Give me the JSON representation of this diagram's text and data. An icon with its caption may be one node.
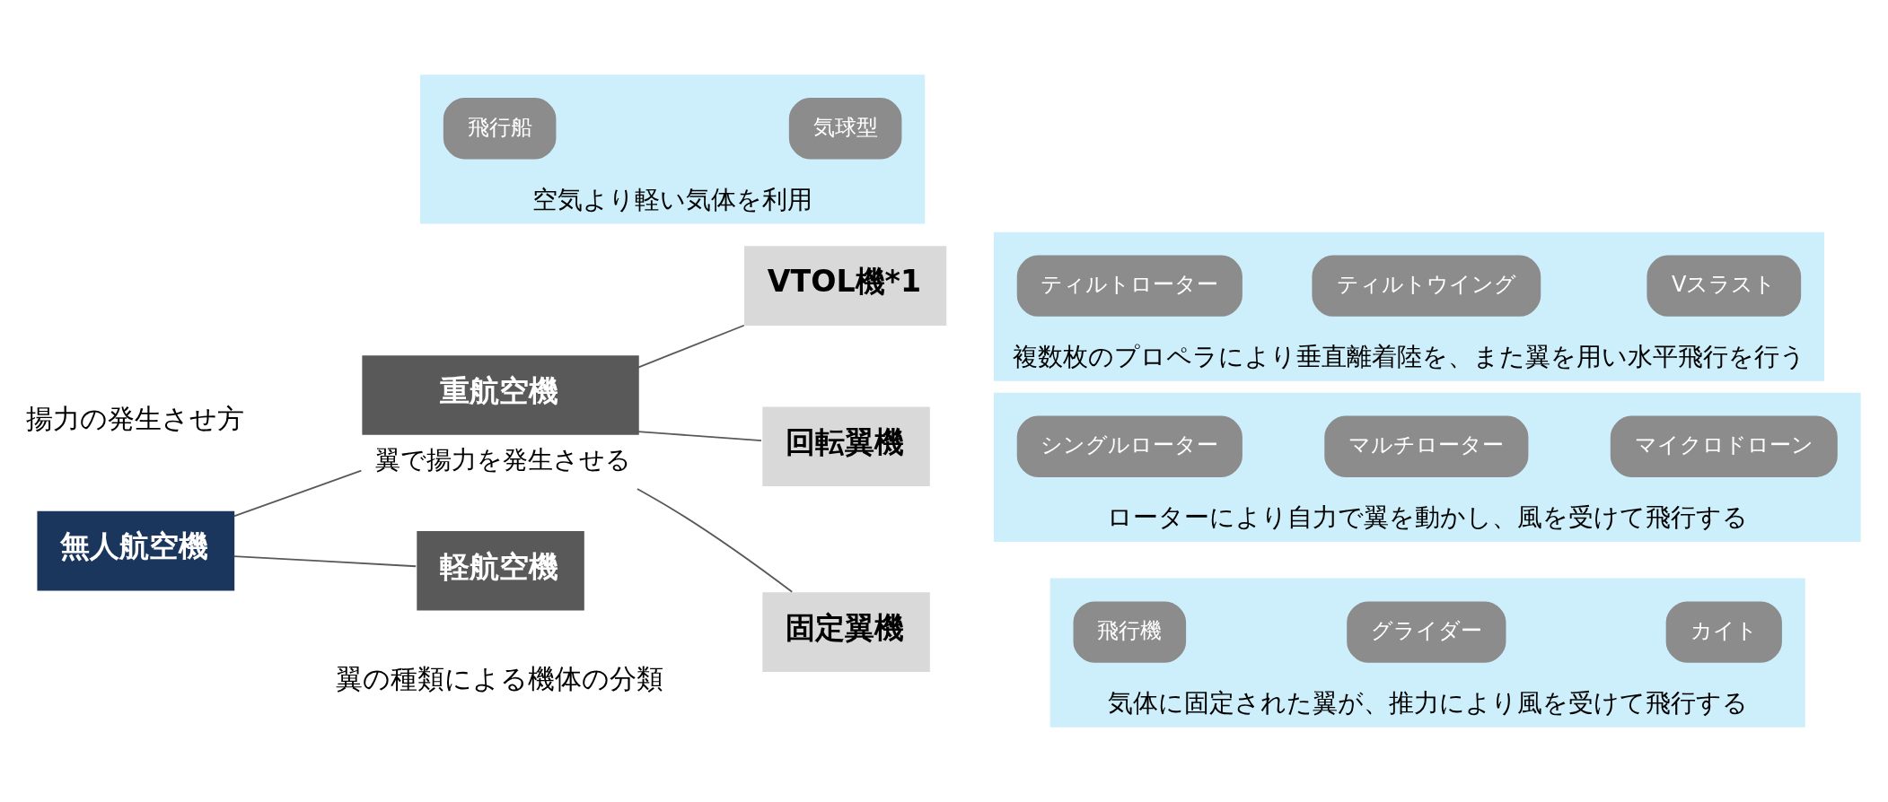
{
  "diagram": {
    "nodes": [
      {
        "text": [
          "無人航空機"
        ]
      },
      {
        "text": [
          "重航空機"
        ],
        "beside": [
          "翼で揚力を発生させる"
        ]
      },
      {
        "text": [
          "軽航空機"
        ]
      },
      {
        "text": [
          "空気より軽い気体を利用"
        ]
      },
      {
        "text": [
          "飛行船"
        ],
        "in": 3
      },
      {
        "text": [
          "気球型"
        ],
        "in": 3
      },
      {
        "text": [
          "固定翼機"
        ]
      },
      {
        "text": [
          "気体に固定された翼が、推力により風を受けて飛行する"
        ]
      },
      {
        "text": [
          "飛行機"
        ],
        "in": 7
      },
      {
        "text": [
          "グライダー"
        ],
        "in": 7
      },
      {
        "text": [
          "カイト"
        ],
        "in": 7
      },
      {
        "text": [
          "回転翼機"
        ]
      },
      {
        "text": [
          "ローターにより自力で翼を動かし、風を受けて飛行する"
        ]
      },
      {
        "text": [
          "シングルローター"
        ],
        "in": 12
      },
      {
        "text": [
          "マルチローター"
        ],
        "in": 12
      },
      {
        "text": [
          "マイクロドローン"
        ],
        "in": 12
      },
      {
        "text": [
          "VTOL機*1"
        ]
      },
      {
        "text": [
          "複数枚のプロペラにより垂直離着陸を、また翼を用い水平飛行を行う"
        ]
      },
      {
        "text": [
          "ティルトローター"
        ],
        "in": 17
      },
      {
        "text": [
          "ティルトウイング"
        ],
        "in": 17
      },
      {
        "text": [
          "Vスラスト"
        ],
        "in": 17
      }
    ],
    "edges": [
      {
        "from": 0,
        "to": 1,
        "arrow": "none"
      },
      {
        "from": 0,
        "to": 2,
        "arrow": "none"
      },
      {
        "from": 1,
        "to": 6,
        "arrow": "none"
      },
      {
        "from": 1,
        "to": 11,
        "arrow": "none"
      },
      {
        "from": 1,
        "to": 16,
        "arrow": "none"
      }
    ],
    "labels": [
      "揚力の発生させ方",
      "翼の種類による機体の分類"
    ]
  }
}
